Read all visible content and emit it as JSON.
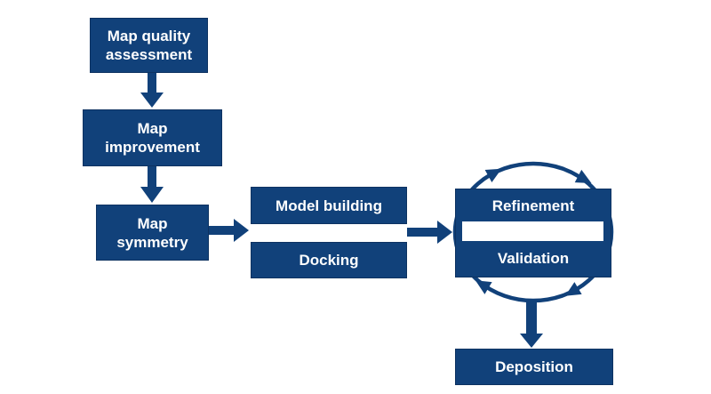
{
  "diagram": {
    "type": "flowchart",
    "description": "Workflow diagram with navy process boxes connected by block arrows and a clockwise cycle between refinement and validation",
    "colors": {
      "node_fill": "#11417a",
      "node_border": "#0d3261",
      "arrow": "#11417a",
      "text": "#ffffff",
      "background": "#ffffff"
    },
    "nodes": {
      "map_quality": {
        "line1": "Map quality",
        "line2": "assessment"
      },
      "map_improvement": {
        "line1": "Map",
        "line2": "improvement"
      },
      "map_symmetry": {
        "line1": "Map",
        "line2": "symmetry"
      },
      "model_building": {
        "label": "Model building"
      },
      "docking": {
        "label": "Docking"
      },
      "refinement": {
        "label": "Refinement"
      },
      "validation": {
        "label": "Validation"
      },
      "deposition": {
        "label": "Deposition"
      }
    },
    "flow": [
      "Map quality assessment -> Map improvement",
      "Map improvement -> Map symmetry",
      "Map symmetry -> Model building / Docking",
      "Model building / Docking -> Refinement / Validation",
      "Refinement <-> Validation (clockwise cycle)",
      "Refinement / Validation -> Deposition"
    ]
  }
}
